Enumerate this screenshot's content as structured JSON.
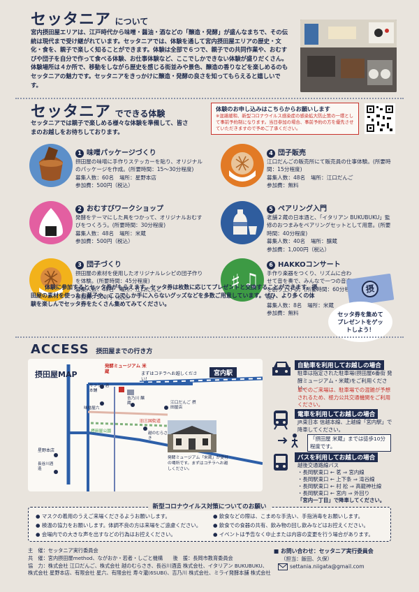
{
  "about": {
    "title_logo": "セッタニア",
    "title_suffix": "について",
    "body": "宮内摂田屋エリアは、江戸時代から味噌・醤油・酒などの「醸造・発酵」が盛んなまちで、その伝統は現代まで受け継がれています。セッタニアでは、体験を通して宮内摂田屋エリアの歴史・文化・食を、親子で楽しく知ることができます。体験は全部で６つで、親子での共同作業や、おむすびや団子を自分で作って食べる体験、お仕事体験など、ここでしかできない体験が盛りだくさん。体験場所は４か所で、移動をしながら歴史を感じる街並みや景色、醸造の香りなどを楽しめるのもセッタニアの魅力です。セッタニアをきっかけに醸造・発酵の良さを知ってもらえると嬉しいです。"
  },
  "experience": {
    "title_logo": "セッタニア",
    "title_suffix": "でできる体験",
    "intro": "セッタニアでは親子で楽しめる様々な体験を準備して、皆さまのお越しをお待ちしております。",
    "apply_title": "体験のお申し込みはこちらからお願いします",
    "apply_note": "※混雑緩和、新型コロナウイルス感染症の感染拡大防止策の一環として事前予約制になります。当日参加の場合、事前予約の方を優先させていただきますので予めご了承ください。",
    "items": [
      {
        "num": "1",
        "title": "味噌パッケージづくり",
        "desc": "摂田屋の味噌に手作りステッカーを貼り、オリジナルのパッケージを作成。(所要時間：15～30分程度)",
        "people": "募集人数：60名　場所：星野本店",
        "fee": "参加費：500円（税込）"
      },
      {
        "num": "2",
        "title": "おむすびワークショップ",
        "desc": "発酵をテーマにした具をつかって、オリジナルおむすびをつくろう。(所要時間：30分程度)",
        "people": "募集人数：48名　場所：米蔵",
        "fee": "参加費：500円（税込）"
      },
      {
        "num": "3",
        "title": "団子づくり",
        "desc": "摂田屋の素材を使用したオリジナルレシピの団子作りを体験。(所要時間：45分程度)",
        "people": "募集人数：48名　場所：江口だんご",
        "fee": "参加費：500円（税込）"
      },
      {
        "num": "4",
        "title": "団子販売",
        "desc": "江口だんごの販売所にて販売員の仕事体験。(所要時間：15分程度)",
        "people": "募集人数：48名　場所：江口だんご",
        "fee": "参加費：無料"
      },
      {
        "num": "5",
        "title": "ペアリング入門",
        "desc": "老舗２蔵の日本酒と、「イタリアン BUKUBUKU」監修のおつまみをペアリングセットとして用意。(所要時間：40分程度)",
        "people": "募集人数：40名　場所：醸蔵",
        "fee": "参加費：1,000円（税込）"
      },
      {
        "num": "6",
        "title": "HAKKOコンサート",
        "desc": "手作り楽器をつくり、リズムに合わせて音を奏で、みんなで一つの音楽を創り上げる。(所要時間：60分程度)",
        "people": "募集人数：8名　場所：米蔵",
        "fee": "参加費：無料"
      }
    ],
    "ticket_text": "体験に参加するとセッタ券がもらえます。セッタ券は枚数に応じてプレゼントと交換することができます。摂田屋の素材を使ったお菓子や、ここでしか手に入らないグッズなどを多数ご用意しています。ぜひ、より多くの体験を楽しんでセッタ券をたくさん集めてみてください。",
    "stamp_char": "摂",
    "bubble": "セッタ券を集めてプレゼントをゲットしよう！"
  },
  "access": {
    "title": "ACCESS",
    "subtitle": "摂田屋までの行き方",
    "map": {
      "title": "摂田屋MAP",
      "station": "宮内駅",
      "museum": "発酵ミュージアム 米蔵",
      "park_note": "まずはコチラへお越しください！",
      "labels": [
        "サフラン酒本舗",
        "味噌屋六",
        "吉乃川 醸蔵",
        "江口だんご 摂田屋店",
        "旧三国街道",
        "摂田屋公園",
        "越のむらさき",
        "星野本店",
        "長谷川酒造"
      ],
      "photo_caption": "発酵ミュージアム「米蔵」が受付の場所です。まずはコチラへお越しください。"
    },
    "car": {
      "title": "自動車を利用してお越しの場合",
      "text": "駐車は指定された駐車場(摂田屋6番街 発酵ミュージアム・米蔵)をご利用ください。",
      "warning": "車でのご来場は、駐車場での混雑が予想されるため、極力公共交通機関をご利用ください。"
    },
    "train": {
      "title": "電車を利用してお越しの場合",
      "text": "JR東日本 信越本線、上越線「宮内駅」で降車してください。",
      "walk": "「摂田屋 米蔵」までは徒歩10分程度です。"
    },
    "bus": {
      "title": "バスを利用してお越しの場合",
      "text": "越後交通路線バス",
      "routes": [
        "・長岡駅東口 ← 茗 ⇒ 宮内線",
        "・長岡駅東口 ← 上下条 ⇒ 滝谷線",
        "・長岡駅東口 ← 村 松 ⇒ 高龍神社線",
        "・長岡駅東口 ← 宮内 ⇒ 外回り"
      ],
      "stop": "「宮内一丁目」で降車してください。"
    }
  },
  "covid": {
    "title": "新型コロナウイルス対策についてのお願い",
    "left": [
      "マスクの着用のうえご来場くださるようお願いします。",
      "検温の協力をお願いします。体調不良の方は来場をご遠慮ください。",
      "会場内での大きな声を出すなどの行為はお控えください。"
    ],
    "right": [
      "飲食などの際は、こまめな手洗い、手指消毒をお願いします。",
      "飲食での食器の共有、飲み物の回し飲みなどはお控えください。",
      "イベントは予告なく中止または内容の変更を行う場合があります。"
    ]
  },
  "footer": {
    "organizer": "主　催：セッタニア実行委員会",
    "cohost": "共　催：宮内摂田屋method、ながおか・若者・しごと機構　　後　援：長岡市教育委員会",
    "cooperation": "協　力：株式会社 江口だんご、株式会社 越のむらさき、長谷川酒造 株式会社、イタリアン BUKUBUKU、株式会社 星野本店、有限会社 星六、有限会社 寿々瀧(6SUBI)、吉乃川 株式会社、ミライ発酵本舗 株式会社",
    "contact_title": "お問い合わせ：セッタニア実行委員会",
    "contact_person": "（担当：飯田、久保）",
    "email": "settania.niigata@gmail.com"
  }
}
